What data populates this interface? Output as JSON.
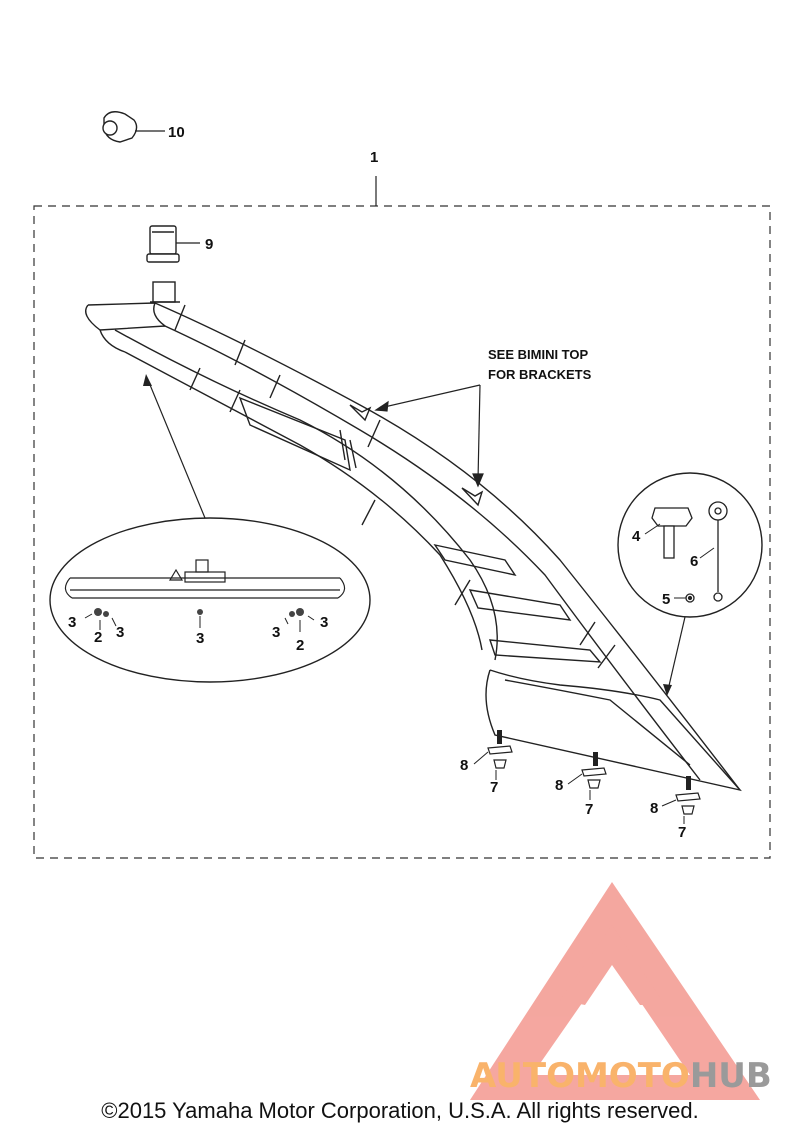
{
  "callouts": {
    "c1": "1",
    "c2a": "2",
    "c2b": "2",
    "c3a": "3",
    "c3b": "3",
    "c3c": "3",
    "c3d": "3",
    "c3e": "3",
    "c4": "4",
    "c5": "5",
    "c6": "6",
    "c7a": "7",
    "c7b": "7",
    "c7c": "7",
    "c8a": "8",
    "c8b": "8",
    "c8c": "8",
    "c9": "9",
    "c10": "10"
  },
  "note": {
    "line1": "SEE BIMINI TOP",
    "line2": "FOR BRACKETS"
  },
  "watermark": {
    "part1": "AUTOMOTO",
    "part2": "HUB",
    "color1": "#f9b36b",
    "color2": "#9a9a9a",
    "logo_color": "#f3988f"
  },
  "copyright": "©2015 Yamaha Motor Corporation, U.S.A. All rights reserved."
}
